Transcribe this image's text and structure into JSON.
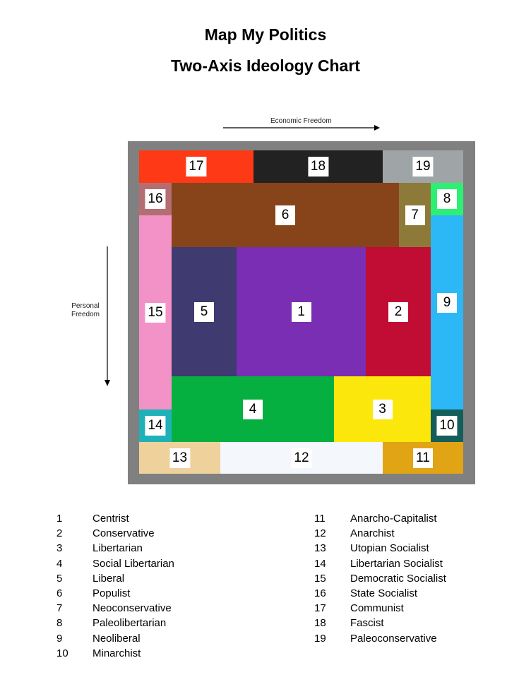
{
  "title": "Map My Politics",
  "subtitle": "Two-Axis Ideology Chart",
  "axes": {
    "x_label": "Economic Freedom",
    "y_label_line1": "Personal",
    "y_label_line2": "Freedom"
  },
  "cells": {
    "c1": {
      "num": "1",
      "color": "#7a2eb3"
    },
    "c2": {
      "num": "2",
      "color": "#c10c33"
    },
    "c3": {
      "num": "3",
      "color": "#fce70c"
    },
    "c4": {
      "num": "4",
      "color": "#06b040"
    },
    "c5": {
      "num": "5",
      "color": "#3f3a6f"
    },
    "c6": {
      "num": "6",
      "color": "#87441a"
    },
    "c7": {
      "num": "7",
      "color": "#8d7a39"
    },
    "c8": {
      "num": "8",
      "color": "#2cf073"
    },
    "c9": {
      "num": "9",
      "color": "#2cb8f7"
    },
    "c10": {
      "num": "10",
      "color": "#135e5a"
    },
    "c11": {
      "num": "11",
      "color": "#e0a414"
    },
    "c12": {
      "num": "12",
      "color": "#f4f7fc"
    },
    "c13": {
      "num": "13",
      "color": "#efd19b"
    },
    "c14": {
      "num": "14",
      "color": "#1eb1b8"
    },
    "c15": {
      "num": "15",
      "color": "#f292c7"
    },
    "c16": {
      "num": "16",
      "color": "#b46e72"
    },
    "c17": {
      "num": "17",
      "color": "#fe3a16"
    },
    "c18": {
      "num": "18",
      "color": "#222222"
    },
    "c19": {
      "num": "19",
      "color": "#9fa5a6"
    }
  },
  "frame_color": "#808080",
  "legend": {
    "left": [
      {
        "n": "1",
        "label": "Centrist"
      },
      {
        "n": "2",
        "label": "Conservative"
      },
      {
        "n": "3",
        "label": "Libertarian"
      },
      {
        "n": "4",
        "label": "Social Libertarian"
      },
      {
        "n": "5",
        "label": "Liberal"
      },
      {
        "n": "6",
        "label": "Populist"
      },
      {
        "n": "7",
        "label": "Neoconservative"
      },
      {
        "n": "8",
        "label": "Paleolibertarian"
      },
      {
        "n": "9",
        "label": "Neoliberal"
      },
      {
        "n": "10",
        "label": "Minarchist"
      }
    ],
    "right": [
      {
        "n": "11",
        "label": "Anarcho-Capitalist"
      },
      {
        "n": "12",
        "label": "Anarchist"
      },
      {
        "n": "13",
        "label": "Utopian Socialist"
      },
      {
        "n": "14",
        "label": "Libertarian Socialist"
      },
      {
        "n": "15",
        "label": "Democratic Socialist"
      },
      {
        "n": "16",
        "label": "State Socialist"
      },
      {
        "n": "17",
        "label": "Communist"
      },
      {
        "n": "18",
        "label": "Fascist"
      },
      {
        "n": "19",
        "label": "Paleoconservative"
      }
    ]
  }
}
